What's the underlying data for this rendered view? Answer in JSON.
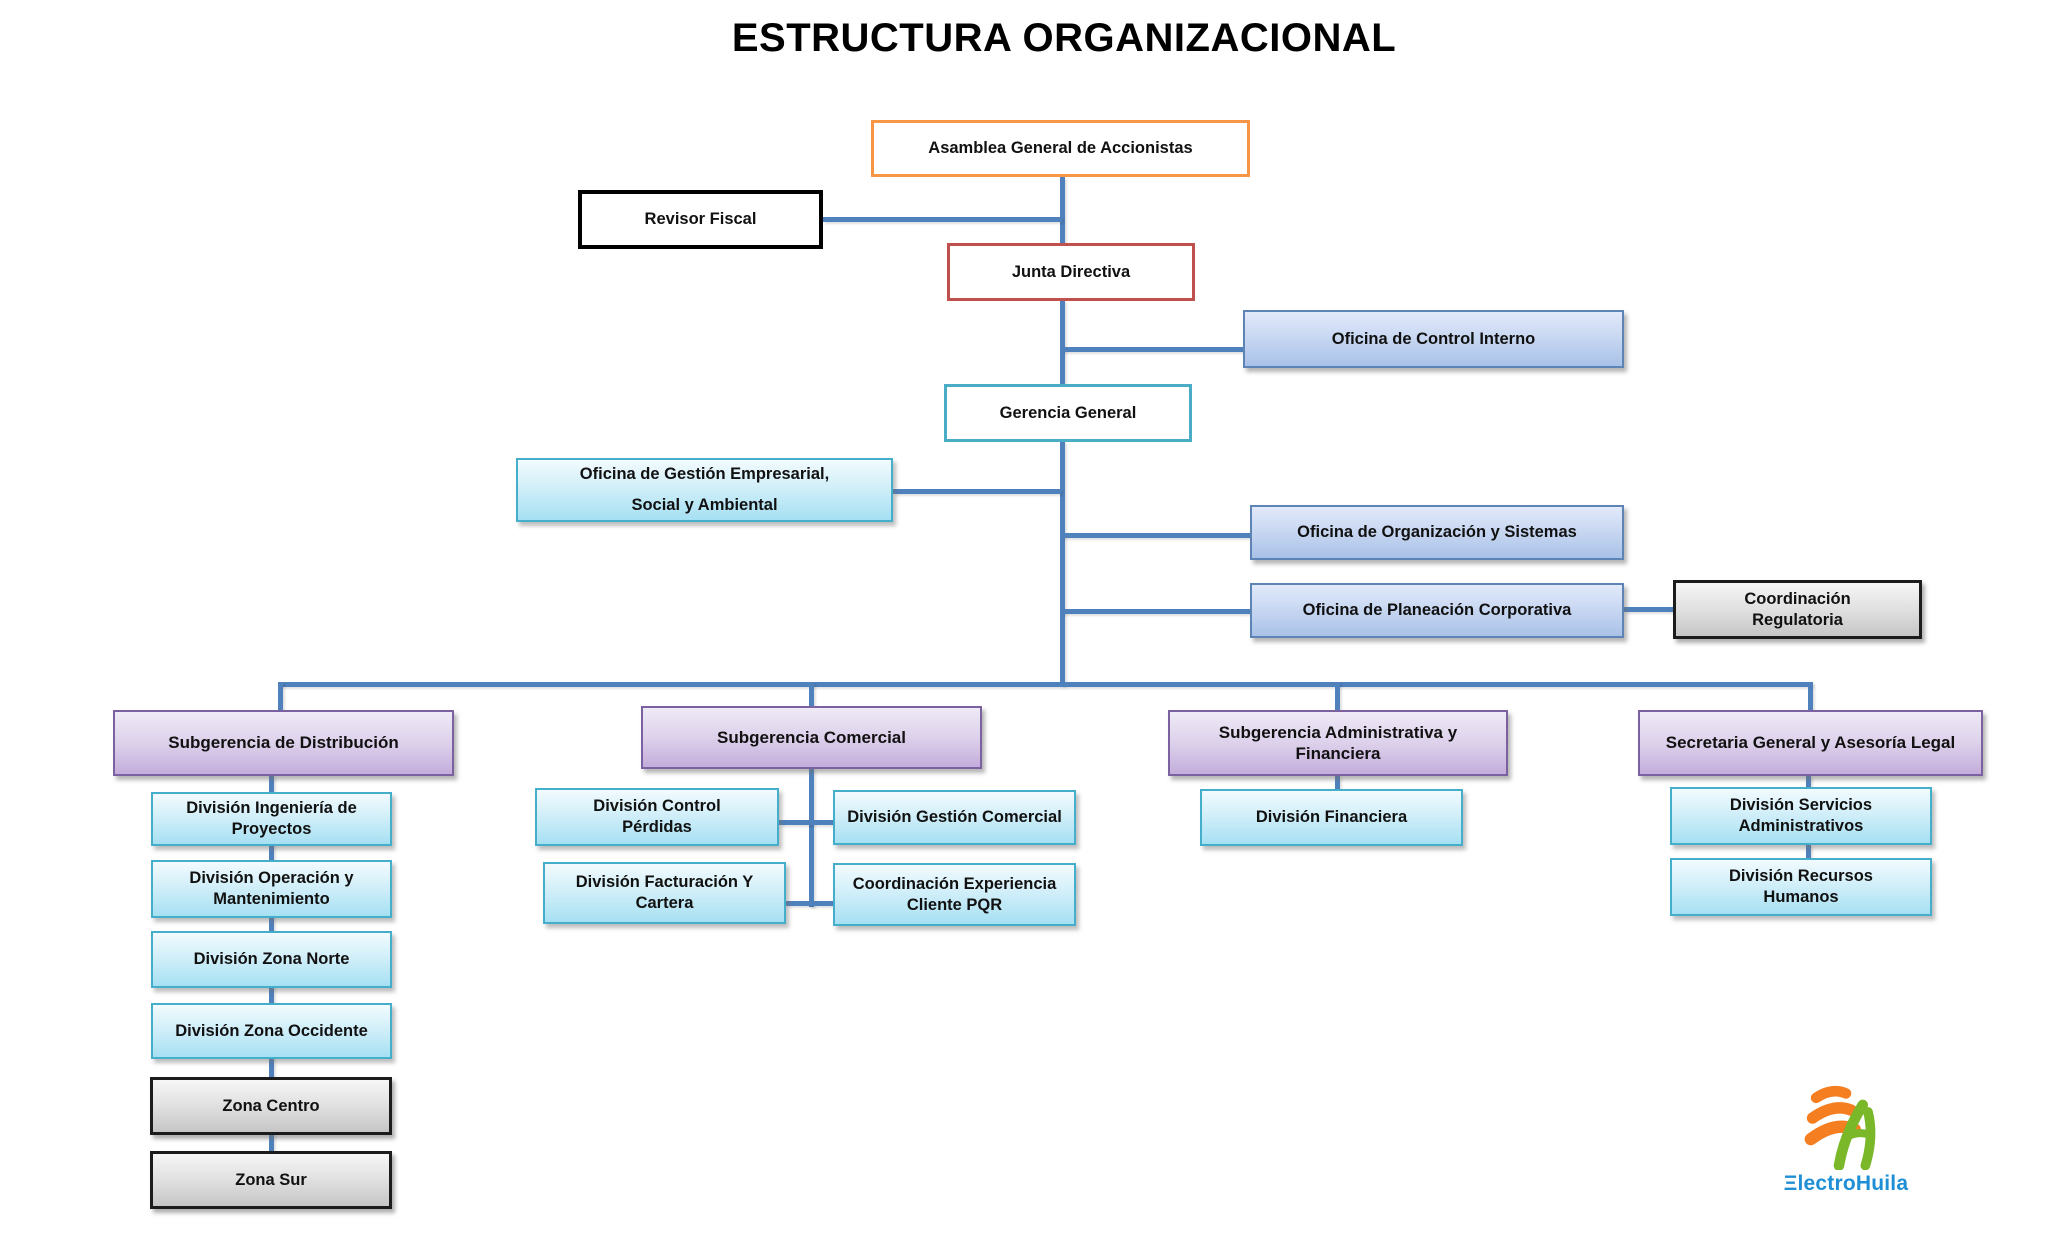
{
  "title": "ESTRUCTURA ORGANIZACIONAL",
  "org": {
    "asamblea": "Asamblea General de Accionistas",
    "revisor": "Revisor Fiscal",
    "junta": "Junta Directiva",
    "control_interno": "Oficina de Control Interno",
    "gerencia": "Gerencia General",
    "gestion_empresarial": "Oficina de Gestión Empresarial,\nSocial y Ambiental",
    "organizacion_sistemas": "Oficina de Organización  y Sistemas",
    "planeacion_corporativa": "Oficina de Planeación Corporativa",
    "coordinacion_regulatoria": "Coordinación\nRegulatoria",
    "subgerencias": {
      "distribucion": "Subgerencia de Distribución",
      "comercial": "Subgerencia Comercial",
      "administrativa": "Subgerencia Administrativa y Financiera",
      "secretaria": "Secretaria General y Asesoría Legal"
    },
    "distribucion_divisiones": [
      "División Ingeniería de\nProyectos",
      "División Operación y\nMantenimiento",
      "División Zona Norte",
      "División Zona Occidente",
      "Zona Centro",
      "Zona Sur"
    ],
    "comercial_divisiones": [
      "División Control\nPérdidas",
      "División Gestión Comercial",
      "División Facturación Y\nCartera",
      "Coordinación Experiencia\nCliente PQR"
    ],
    "administrativa_divisiones": [
      "División Financiera"
    ],
    "secretaria_divisiones": [
      "División Servicios\nAdministrativos",
      "División Recursos\nHumanos"
    ]
  },
  "logo": {
    "name": "ElectroHuila",
    "display": "ΞlectroHuila"
  },
  "colors": {
    "connector_line": "#4f81bd",
    "asamblea_border": "#f79646",
    "junta_border": "#c0504d",
    "gerencia_border": "#4bacc6",
    "revisor_border": "#000000",
    "blue_box_fill": "#b9cdec",
    "cyan_box_fill": "#a6e0f3",
    "purple_box_fill": "#c3addc",
    "gray_box_fill": "#d9d9d9",
    "logo_orange": "#f57e20",
    "logo_green": "#7ab829",
    "logo_blue": "#1e8fd5"
  }
}
